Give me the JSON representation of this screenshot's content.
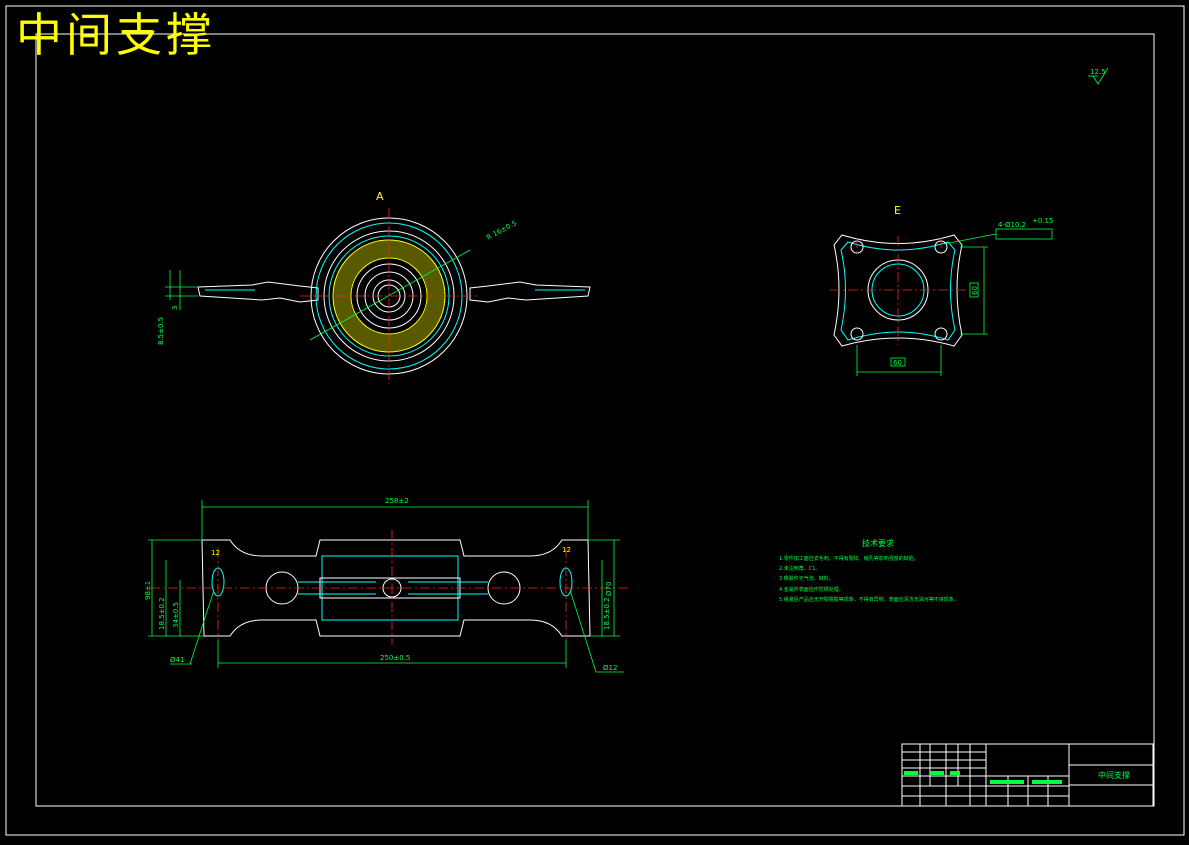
{
  "drawing": {
    "title": "中间支撑",
    "title_block_name": "中间支撑",
    "view_a_label": "A",
    "view_e_label": "E"
  },
  "dimensions": {
    "view_a_radius": "R 16±0.5",
    "view_a_height": "8.5±0.5",
    "view_a_small": "3",
    "view_e_holes": "4-Ø10.2",
    "view_e_tol": "+0.15",
    "view_e_width": "60",
    "view_e_height": "60",
    "top_length": "258±2",
    "left_height_total": "98±1",
    "left_height_a": "18.5±0.2",
    "left_height_b": "34±0.5",
    "right_height": "18.5±0.2",
    "right_dia": "Ø70",
    "bottom_length": "250±0.5",
    "left_hole": "Ø41",
    "right_hole": "Ø12",
    "small_label_left": "12",
    "small_label_right": "12"
  },
  "notes": {
    "heading": "技术要求",
    "items": [
      "1.零件加工面应去毛刺，不得有裂纹、缩孔等影响强度的缺陷。",
      "2.未注倒角，C1。",
      "3.橡胶件无气泡、缺料。",
      "4.金属件表面应作防锈处理。",
      "5.组装后产品应无开裂脱胶等现象，不得有异物，表面应清洁无油污等不良现象。"
    ]
  },
  "roughness": {
    "value": "12.5"
  },
  "colors": {
    "background": "#000000",
    "outline": "#ffffff",
    "part_contour": "#00ffff",
    "center_line": "#ff2020",
    "dimension": "#00ff40",
    "hatch_and_title": "#ffff00"
  }
}
